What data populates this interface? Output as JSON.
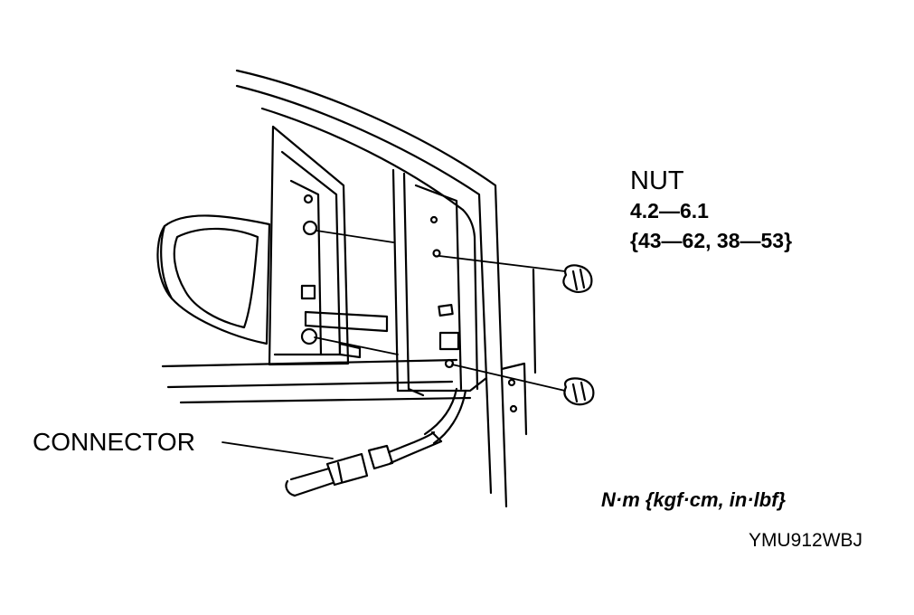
{
  "labels": {
    "nut_title": "NUT",
    "nut_torque_nm": "4.2—6.1",
    "nut_torque_other": "{43—62, 38—53}",
    "connector": "CONNECTOR",
    "units": "N·m {kgf·cm, in·lbf}",
    "figure_code": "YMU912WBJ"
  },
  "colors": {
    "ink": "#000000",
    "paper": "#ffffff"
  }
}
